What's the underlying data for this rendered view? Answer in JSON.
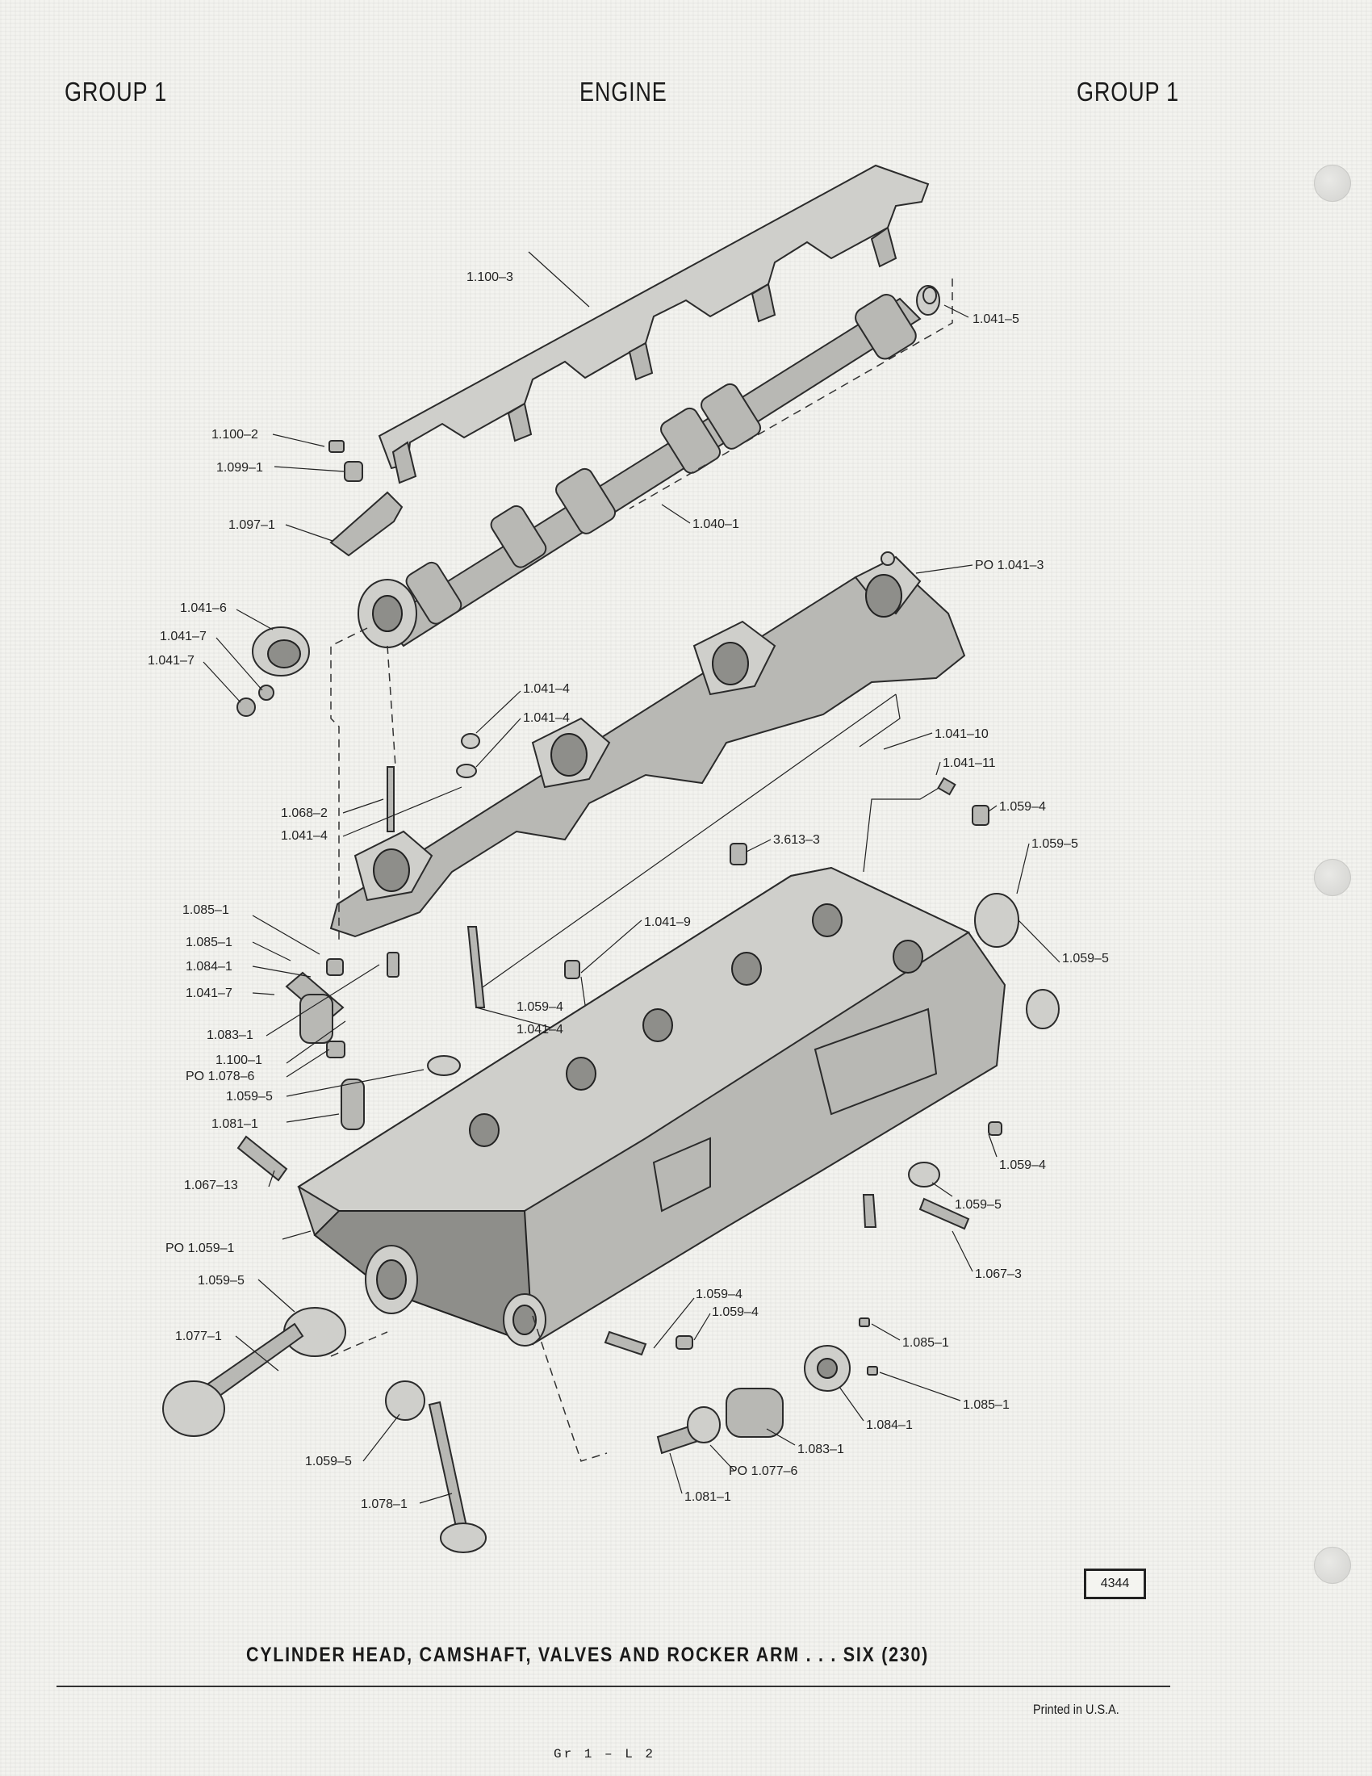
{
  "header": {
    "left": "GROUP 1",
    "center": "ENGINE",
    "right": "GROUP 1"
  },
  "callouts": [
    {
      "id": "c01",
      "text": "1.100–3"
    },
    {
      "id": "c02",
      "text": "1.041–5"
    },
    {
      "id": "c03",
      "text": "1.100–2"
    },
    {
      "id": "c04",
      "text": "1.099–1"
    },
    {
      "id": "c05",
      "text": "1.040–1"
    },
    {
      "id": "c06",
      "text": "1.097–1"
    },
    {
      "id": "c07",
      "text": "PO  1.041–3"
    },
    {
      "id": "c08",
      "text": "1.041–6"
    },
    {
      "id": "c09",
      "text": "1.041–7"
    },
    {
      "id": "c10",
      "text": "1.041–7"
    },
    {
      "id": "c11",
      "text": "1.041–4"
    },
    {
      "id": "c12",
      "text": "1.041–4"
    },
    {
      "id": "c13",
      "text": "1.041–10"
    },
    {
      "id": "c14",
      "text": "1.041–11"
    },
    {
      "id": "c15",
      "text": "1.068–2"
    },
    {
      "id": "c16",
      "text": "1.041–4"
    },
    {
      "id": "c17",
      "text": "1.059–4"
    },
    {
      "id": "c18",
      "text": "3.613–3"
    },
    {
      "id": "c19",
      "text": "1.059–5"
    },
    {
      "id": "c20",
      "text": "1.085–1"
    },
    {
      "id": "c21",
      "text": "1.085–1"
    },
    {
      "id": "c22",
      "text": "1.041–9"
    },
    {
      "id": "c23",
      "text": "1.084–1"
    },
    {
      "id": "c24",
      "text": "1.041–7"
    },
    {
      "id": "c25",
      "text": "1.059–5"
    },
    {
      "id": "c26",
      "text": "1.059–4"
    },
    {
      "id": "c27",
      "text": "1.083–1"
    },
    {
      "id": "c28",
      "text": "1.041–4"
    },
    {
      "id": "c29",
      "text": "1.100–1"
    },
    {
      "id": "c30",
      "text": "PO  1.078–6"
    },
    {
      "id": "c31",
      "text": "1.059–5"
    },
    {
      "id": "c32",
      "text": "1.081–1"
    },
    {
      "id": "c33",
      "text": "1.059–4"
    },
    {
      "id": "c34",
      "text": "1.067–13"
    },
    {
      "id": "c35",
      "text": "1.059–5"
    },
    {
      "id": "c36",
      "text": "PO  1.059–1"
    },
    {
      "id": "c37",
      "text": "1.067–3"
    },
    {
      "id": "c38",
      "text": "1.059–5"
    },
    {
      "id": "c39",
      "text": "1.059–4"
    },
    {
      "id": "c40",
      "text": "1.059–4"
    },
    {
      "id": "c41",
      "text": "1.085–1"
    },
    {
      "id": "c42",
      "text": "1.077–1"
    },
    {
      "id": "c43",
      "text": "1.085–1"
    },
    {
      "id": "c44",
      "text": "1.084–1"
    },
    {
      "id": "c45",
      "text": "1.083–1"
    },
    {
      "id": "c46",
      "text": "1.059–5"
    },
    {
      "id": "c47",
      "text": "PO  1.077–6"
    },
    {
      "id": "c48",
      "text": "1.078–1"
    },
    {
      "id": "c49",
      "text": "1.081–1"
    }
  ],
  "plate_number": "4344",
  "caption": "CYLINDER HEAD, CAMSHAFT, VALVES AND ROCKER ARM . . . SIX (230)",
  "footer": {
    "printed": "Printed  in U.S.A.",
    "page_code": "Gr 1 – L 2"
  }
}
